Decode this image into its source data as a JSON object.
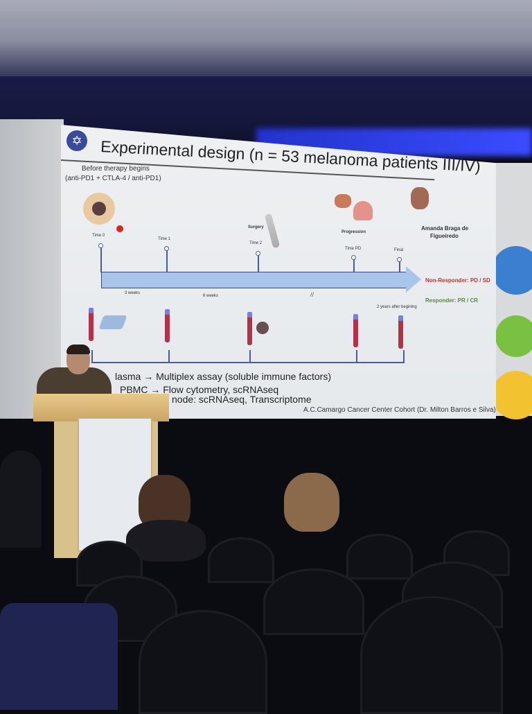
{
  "slide": {
    "logo_icon": "hexagram-logo-icon",
    "title": "Experimental design (n = 53 melanoma patients III/IV)",
    "before_therapy": "Before therapy begins",
    "therapy": "(anti-PD1 + CTLA-4 / anti-PD1)",
    "author": {
      "name_line1": "Amanda Braga de",
      "name_line2": "Figueiredo"
    },
    "timepoints": [
      "Time 0",
      "Time 1",
      "Time 2",
      "Time PD",
      "Final"
    ],
    "events": {
      "surgery": "Surgery",
      "progression": "Progression"
    },
    "intervals": [
      "3 weeks",
      "6 weeks"
    ],
    "final_note": "2 years after begining",
    "non_responder": "Non-Responder: PD / SD",
    "responder": "Responder: PR / CR",
    "assays": [
      "lasma → Multiplex assay (soluble immune factors)",
      "PBMC → Flow cytometry, scRNAseq",
      "node: scRNAseq, Transcriptome"
    ],
    "cohort": "A.C.Camargo Cancer Center Cohort (Dr. Milton Barros e Silva)",
    "colors": {
      "non_responder": "#d2302c",
      "responder": "#5a8a3a",
      "arrow": "#a9c6ea",
      "tube": "#b0334a"
    }
  }
}
